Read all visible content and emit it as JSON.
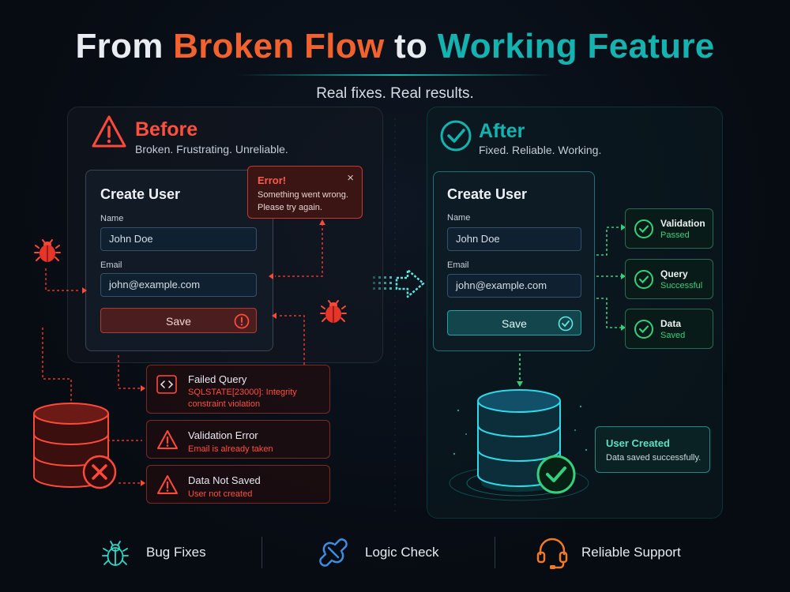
{
  "header": {
    "title_part1": "From",
    "title_part2": "Broken Flow",
    "title_part3": "to",
    "title_part4": "Working Feature",
    "subtitle": "Real fixes. Real results."
  },
  "before": {
    "title": "Before",
    "subtitle": "Broken. Frustrating. Unreliable.",
    "form": {
      "title": "Create User",
      "name_label": "Name",
      "name_value": "John Doe",
      "email_label": "Email",
      "email_value": "john@example.com",
      "save_label": "Save"
    },
    "error_popup": {
      "title": "Error!",
      "message": "Something went wrong. Please try again.",
      "close": "×"
    },
    "issues": [
      {
        "title": "Failed Query",
        "detail": "SQLSTATE[23000]: Integrity constraint violation"
      },
      {
        "title": "Validation Error",
        "detail": "Email is already taken"
      },
      {
        "title": "Data Not Saved",
        "detail": "User not created"
      }
    ]
  },
  "after": {
    "title": "After",
    "subtitle": "Fixed. Reliable. Working.",
    "form": {
      "title": "Create User",
      "name_label": "Name",
      "name_value": "John Doe",
      "email_label": "Email",
      "email_value": "john@example.com",
      "save_label": "Save"
    },
    "checks": [
      {
        "title": "Validation",
        "status": "Passed"
      },
      {
        "title": "Query",
        "status": "Successful"
      },
      {
        "title": "Data",
        "status": "Saved"
      }
    ],
    "result": {
      "title": "User Created",
      "detail": "Data saved successfully."
    }
  },
  "footer": {
    "items": [
      {
        "label": "Bug Fixes",
        "icon": "bug-icon"
      },
      {
        "label": "Logic Check",
        "icon": "link-icon"
      },
      {
        "label": "Reliable Support",
        "icon": "headset-icon"
      }
    ]
  },
  "colors": {
    "error": "#f2622e",
    "success": "#14b3b0",
    "ok_green": "#35d07c",
    "background": "#070b12"
  }
}
